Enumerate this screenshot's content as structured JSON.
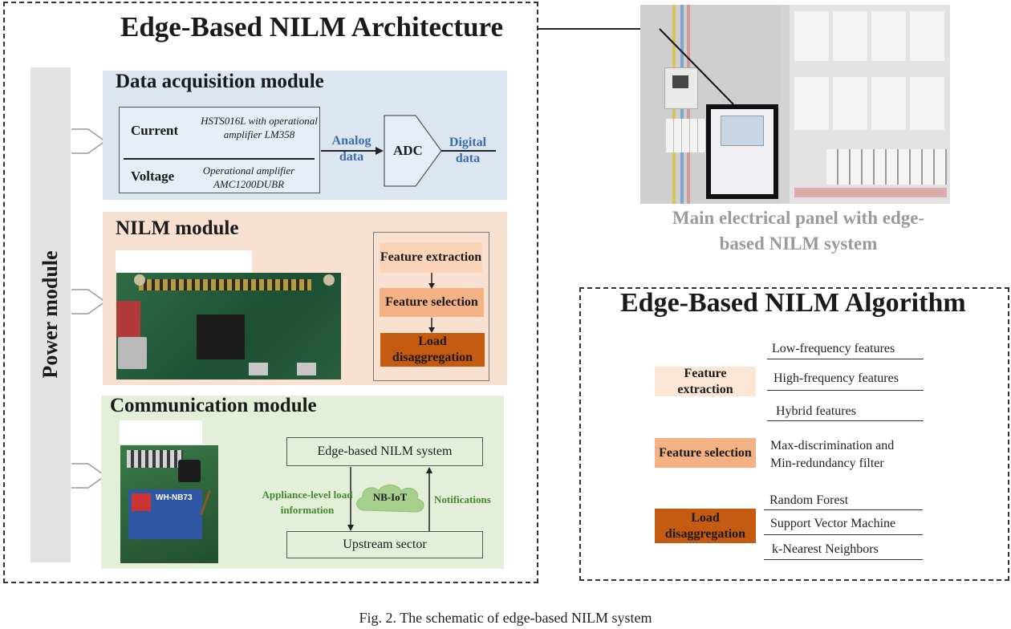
{
  "architecture": {
    "title": "Edge-Based NILM Architecture",
    "power_module": "Power module",
    "data_acquisition": {
      "title": "Data acquisition module",
      "current_label": "Current",
      "current_sensor": "HSTS016L with operational amplifier LM358",
      "voltage_label": "Voltage",
      "voltage_sensor": "Operational amplifier AMC1200DUBR",
      "analog": "Analog data",
      "adc": "ADC",
      "digital": "Digital data"
    },
    "nilm_module": {
      "title": "NILM module",
      "steps": [
        "Feature extraction",
        "Feature selection",
        "Load disaggregation"
      ]
    },
    "communication": {
      "title": "Communication  module",
      "edge_system": "Edge-based NILM system",
      "upstream": "Upstream sector",
      "appliance_info": "Appliance-level load information",
      "nbiot": "NB-IoT",
      "notifications": "Notifications",
      "chip_text": "WH-NB73"
    }
  },
  "panel": {
    "caption": "Main electrical panel with edge-based NILM system"
  },
  "algorithm": {
    "title": "Edge-Based NILM Algorithm",
    "groups": [
      {
        "label": "Feature extraction",
        "items": [
          "Low-frequency features",
          "High-frequency features",
          "Hybrid features"
        ]
      },
      {
        "label": "Feature selection",
        "items": [
          "Max-discrimination and Min-redundancy filter"
        ]
      },
      {
        "label": "Load disaggregation",
        "items": [
          "Random Forest",
          "Support  Vector Machine",
          "k-Nearest Neighbors"
        ]
      }
    ]
  },
  "figure_caption": "Fig. 2.  The schematic of edge-based NILM system",
  "colors": {
    "acq_bg": "#dbe6f1",
    "nilm_bg": "#f8e1d1",
    "comm_bg": "#e4efd9",
    "step_light": "#f9d4b8",
    "step_mid": "#f4b183",
    "step_dark": "#c55a11",
    "accent_blue": "#3e6ba8",
    "accent_green": "#3f8a2f"
  }
}
